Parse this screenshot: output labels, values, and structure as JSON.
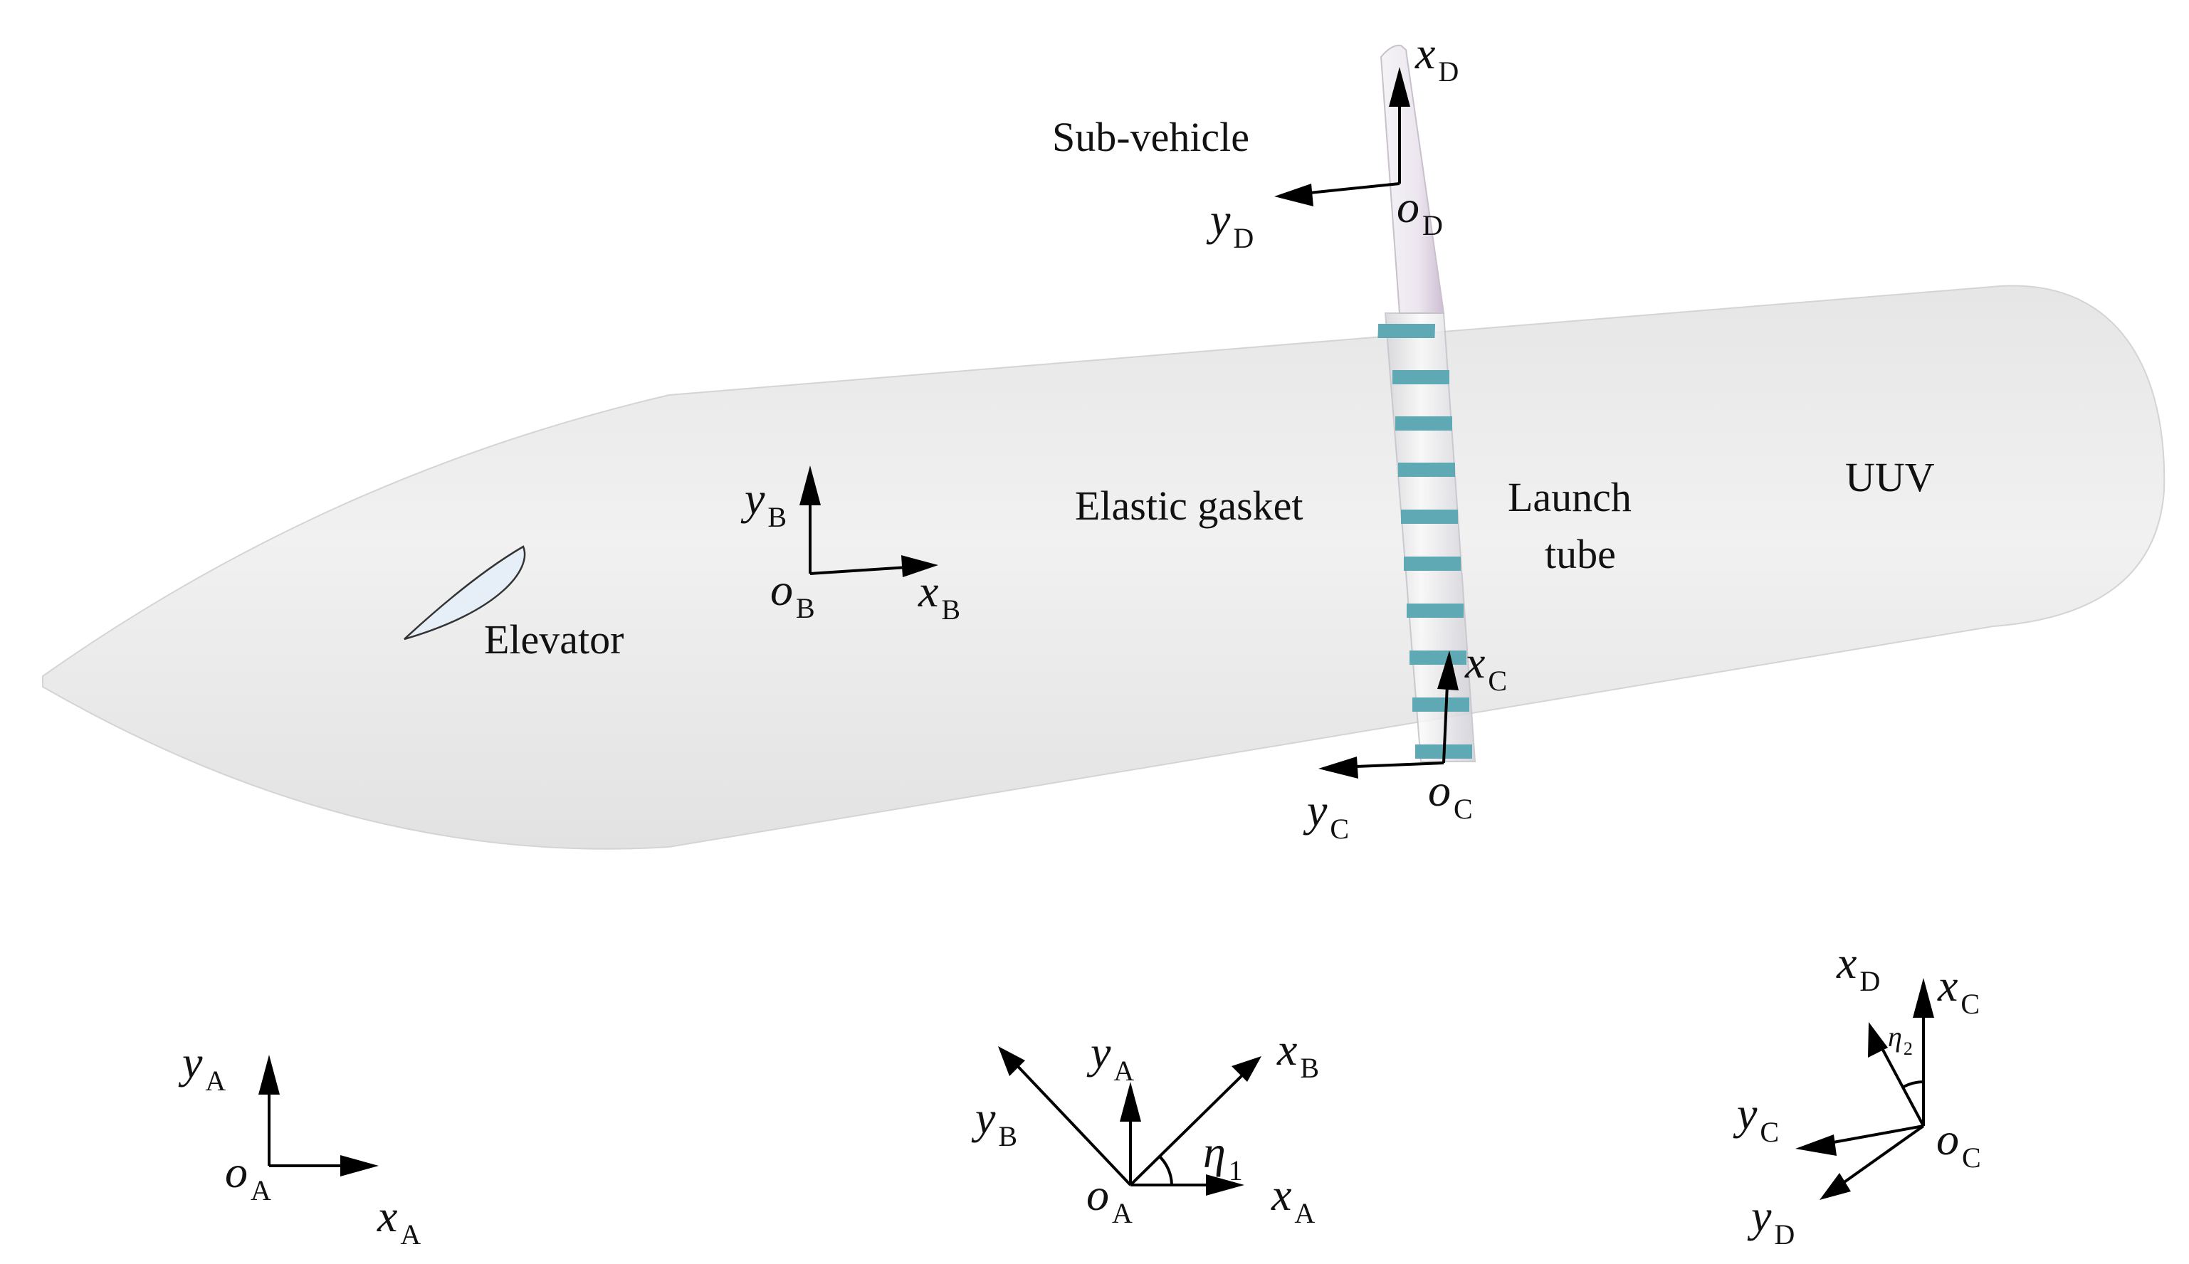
{
  "labels": {
    "sub_vehicle": "Sub-vehicle",
    "elastic_gasket": "Elastic gasket",
    "launch": "Launch",
    "tube": "tube",
    "uuv": "UUV",
    "elevator": "Elevator"
  },
  "symbols": {
    "x": "x",
    "y": "y",
    "o": "o",
    "eta": "η",
    "A": "A",
    "B": "B",
    "C": "C",
    "D": "D",
    "one": "1",
    "two": "2"
  },
  "colors": {
    "hull": "#ebebeb",
    "hull_edge": "#cfcfcf",
    "gasket": "#5fa9b5",
    "sub_vehicle": "#e2d8e6",
    "elevator_fill": "#e6eef8"
  }
}
